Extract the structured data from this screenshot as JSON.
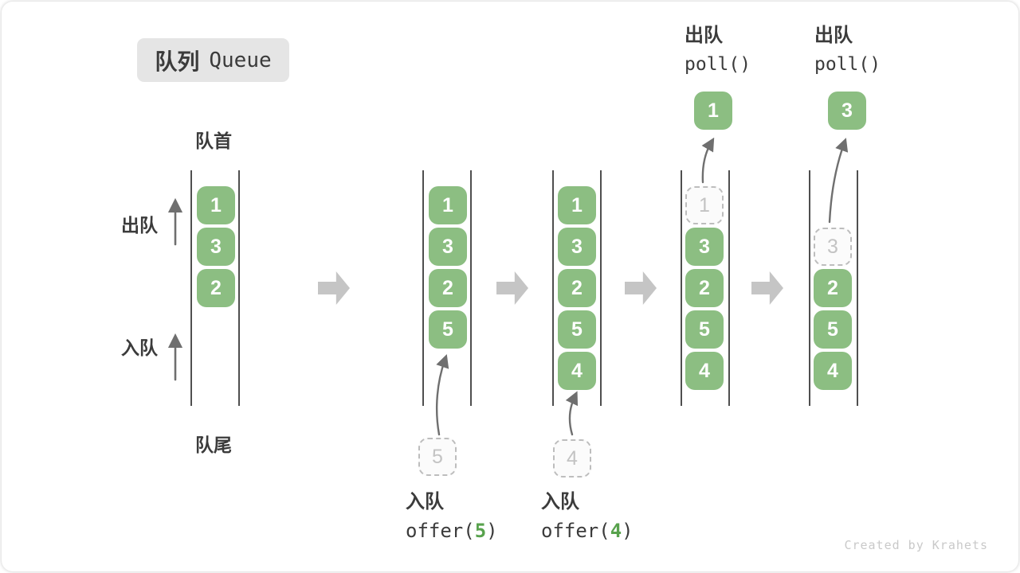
{
  "title": {
    "zh": "队列",
    "en": "Queue"
  },
  "side_labels": {
    "front": "队首",
    "rear": "队尾",
    "dequeue": "出队",
    "enqueue": "入队"
  },
  "states": [
    {
      "cells": [
        "1",
        "3",
        "2"
      ]
    },
    {
      "cells": [
        "1",
        "3",
        "2",
        "5"
      ],
      "staged": "5",
      "op": {
        "zh": "入队",
        "code_pre": "offer(",
        "arg": "5",
        "code_post": ")"
      }
    },
    {
      "cells": [
        "1",
        "3",
        "2",
        "5",
        "4"
      ],
      "staged": "4",
      "op": {
        "zh": "入队",
        "code_pre": "offer(",
        "arg": "4",
        "code_post": ")"
      }
    },
    {
      "ghost": "1",
      "cells": [
        "3",
        "2",
        "5",
        "4"
      ],
      "out": "1",
      "op": {
        "zh": "出队",
        "code": "poll()"
      }
    },
    {
      "ghost": "3",
      "cells": [
        "2",
        "5",
        "4"
      ],
      "out": "3",
      "op": {
        "zh": "出队",
        "code": "poll()"
      }
    }
  ],
  "watermark": "Created by Krahets",
  "colors": {
    "cell_green": "#8cbe82",
    "code_arg_green": "#58a24d",
    "step_arrow_gray": "#c5c5c5",
    "dashed_border": "#bdbdbd",
    "rail": "#4f4f4f",
    "text_dark": "#3b3b3b",
    "title_bg": "#e5e5e5",
    "watermark_gray": "#c9c9c9",
    "flow_arrow": "#6f6f6f"
  }
}
